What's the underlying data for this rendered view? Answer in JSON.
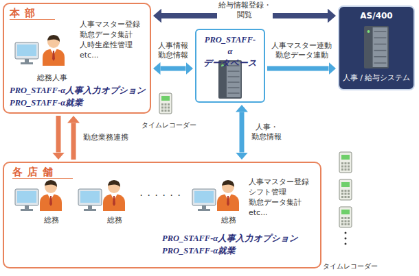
{
  "diagram": {
    "nodes": [
      {
        "text": [
          "本 部",
          "人事マスター登録 勤怠データ集計 人時生産性管理 etc...",
          "総務人事",
          "PRO_STAFF-α人事入力オプション",
          "PRO_STAFF-α就業"
        ]
      },
      {
        "text": [
          "PRO_STAFF-α データベース"
        ]
      },
      {
        "text": [
          "AS/400",
          "人事 / 給与システム"
        ]
      },
      {
        "text": [
          "各 店 舗",
          "人事マスター登録 シフト管理 勤怠データ集計 etc...",
          "総務",
          "総務",
          "・・・・・・",
          "総務",
          "PRO_STAFF-α人事入力オプション",
          "PRO_STAFF-α就業"
        ]
      }
    ],
    "edges": [
      {
        "from": 0,
        "to": 2,
        "arrow": "both",
        "label": "給与情報登録・閲覧"
      },
      {
        "from": 0,
        "to": 1,
        "arrow": "both",
        "label": "人事情報 勤怠情報"
      },
      {
        "from": 1,
        "to": 2,
        "arrow": "to",
        "label": "人事マスター連動 勤怠データ連動"
      },
      {
        "from": 0,
        "to": 3,
        "arrow": "to"
      },
      {
        "from": 3,
        "to": 0,
        "arrow": "to",
        "label": "勤怠業務連携"
      },
      {
        "from": 1,
        "to": 3,
        "arrow": "both",
        "label": "人事・勤怠情報"
      }
    ],
    "labels": [
      "タイムレコーダー",
      "タイムレコーダー"
    ]
  }
}
